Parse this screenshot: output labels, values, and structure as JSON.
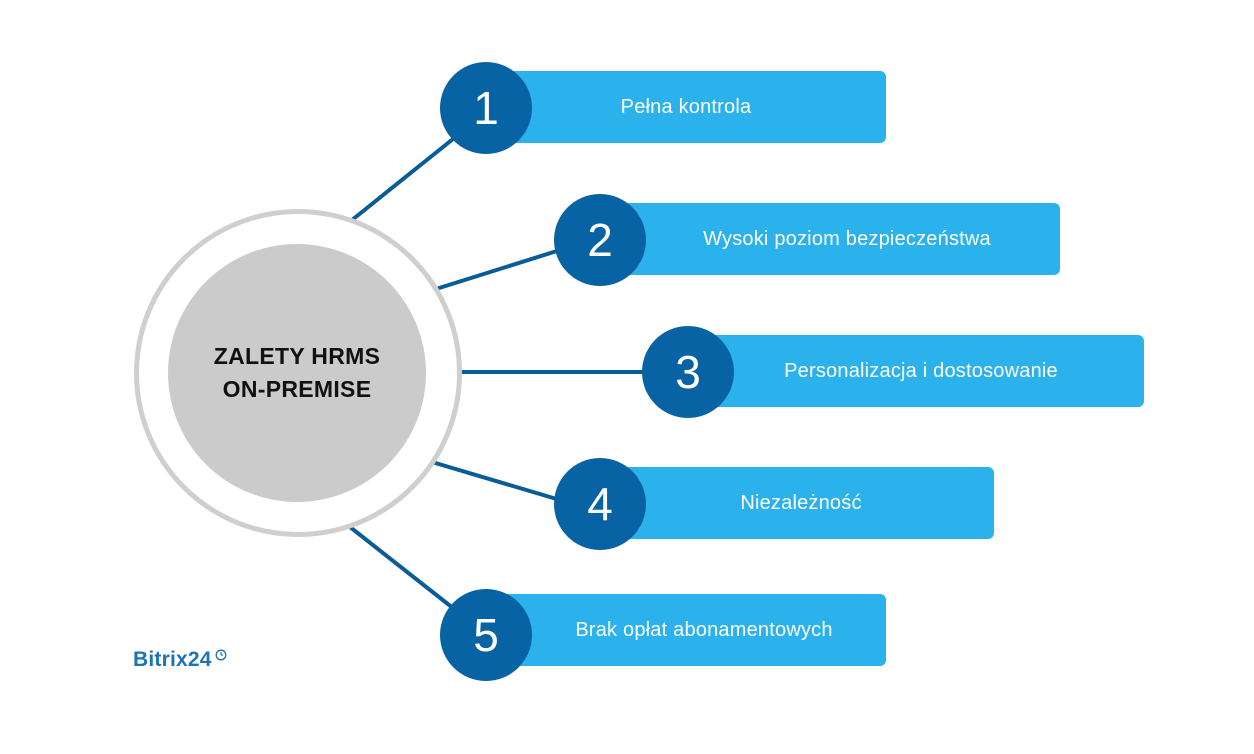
{
  "hub": {
    "title": "ZALETY HRMS\nON-PREMISE"
  },
  "items": [
    {
      "number": "1",
      "label": "Pełna kontrola"
    },
    {
      "number": "2",
      "label": "Wysoki poziom bezpieczeństwa"
    },
    {
      "number": "3",
      "label": "Personalizacja i dostosowanie"
    },
    {
      "number": "4",
      "label": "Niezależność"
    },
    {
      "number": "5",
      "label": "Brak opłat abonamentowych"
    }
  ],
  "logo": {
    "text": "Bitrix24",
    "icon": "clock-icon"
  },
  "colors": {
    "connector": "#0a5c99",
    "badge": "#0763a3",
    "bar": "#2bb1ec",
    "hub_ring": "#cfcfcf",
    "hub_fill": "#cbcbcb",
    "logo": "#1d72b8"
  }
}
